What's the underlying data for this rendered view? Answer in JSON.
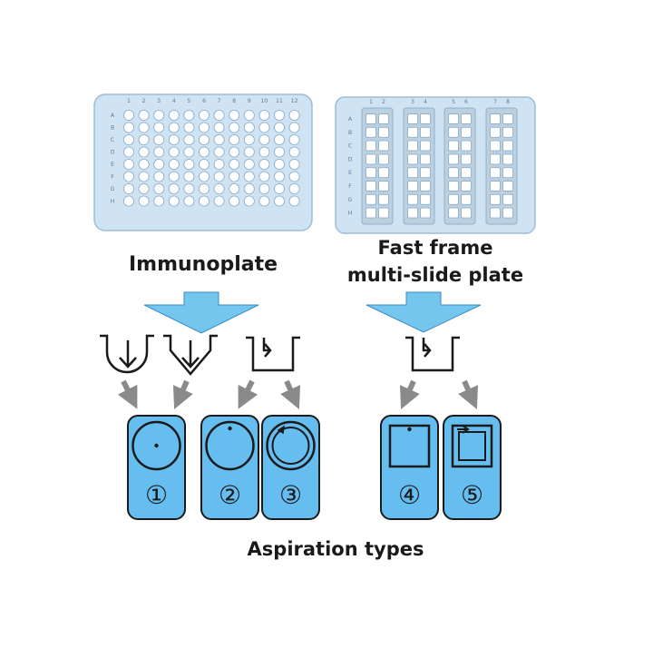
{
  "immunoplate": {
    "columns": [
      "1",
      "2",
      "3",
      "4",
      "5",
      "6",
      "7",
      "8",
      "9",
      "10",
      "11",
      "12"
    ],
    "rows": [
      "A",
      "B",
      "C",
      "D",
      "E",
      "F",
      "G",
      "H"
    ],
    "caption": "Immunoplate"
  },
  "fastframe": {
    "columns": [
      "1",
      "2",
      "3",
      "4",
      "5",
      "6",
      "7",
      "8"
    ],
    "rows": [
      "A",
      "B",
      "C",
      "D",
      "E",
      "F",
      "G",
      "H"
    ],
    "caption_line1": "Fast frame",
    "caption_line2": "multi-slide plate"
  },
  "aspiration": {
    "title": "Aspiration types",
    "types": [
      "①",
      "②",
      "③",
      "④",
      "⑤"
    ]
  },
  "colors": {
    "plate_fill": "#cfe3f3",
    "well_fill": "#ffffff",
    "arrow_blue": "#74c6ef",
    "card_fill": "#66bdf0",
    "grey_arrow": "#8a8a8a",
    "ink": "#1a1a1a"
  }
}
